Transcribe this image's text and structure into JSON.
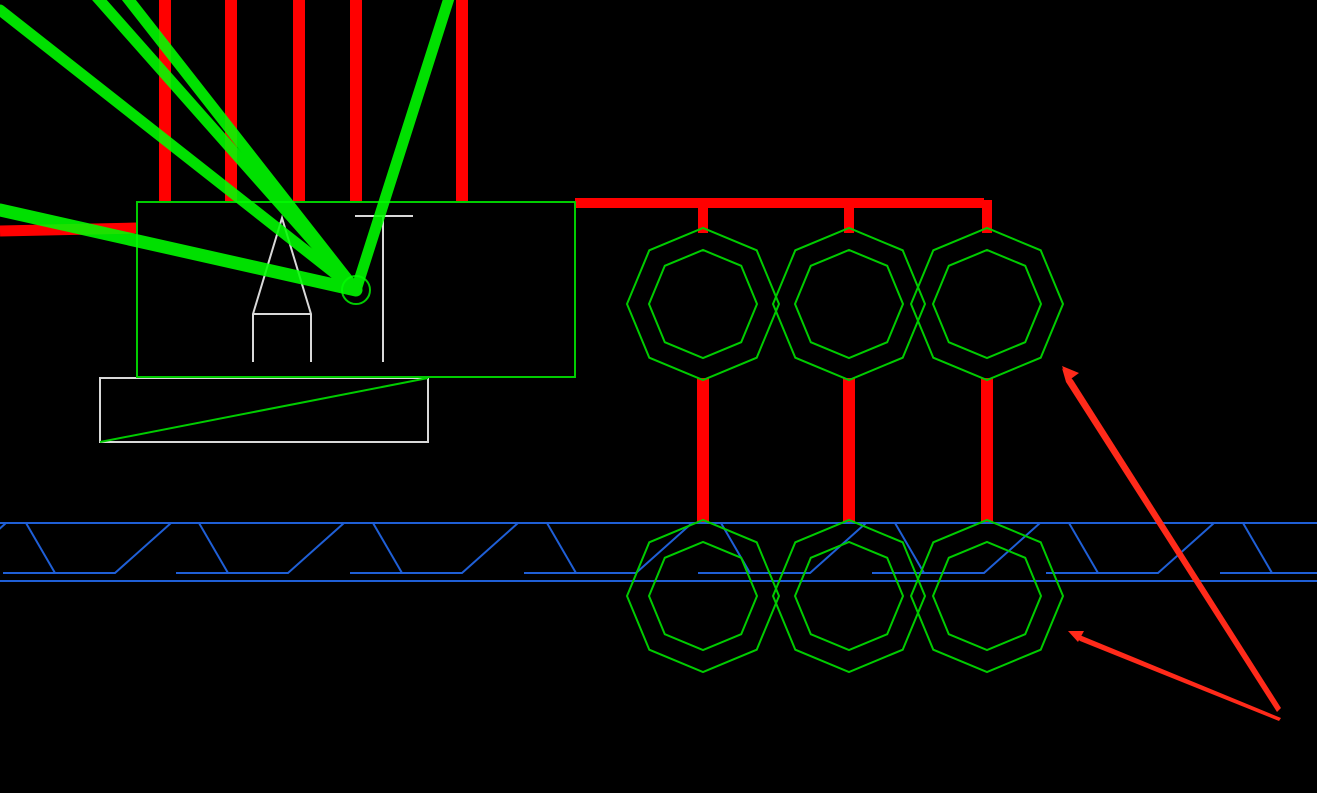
{
  "canvas": {
    "background": "#000000"
  },
  "colors": {
    "wire": "#ff0000",
    "element_outline": "#00cc00",
    "bright_line": "#00ff00",
    "symbol": "#d9d9d9",
    "rail": "#1f5fd6",
    "annotation_arrow": "#ff2a1a"
  },
  "layers": [
    "red-wires",
    "green-element-outlines",
    "white-symbol-strokes",
    "blue-rail-band",
    "red-annotation-arrows"
  ],
  "elements": {
    "upper_octagon_row_count": 3,
    "lower_octagon_row_count": 3,
    "octagon_shape": "double-outline octagon",
    "annotation_arrow_count": 2,
    "annotation_arrow_targets": [
      "upper-octagon-row",
      "lower-octagon-row"
    ]
  }
}
